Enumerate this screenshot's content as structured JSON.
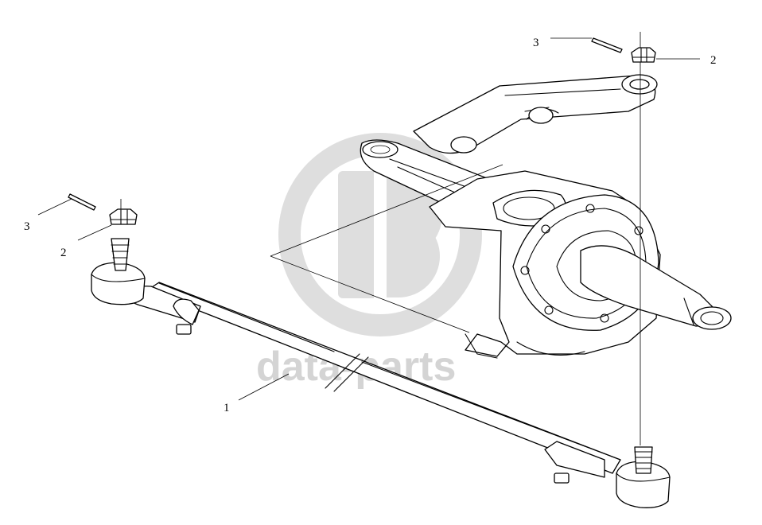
{
  "callouts": [
    {
      "id": "c1",
      "number": "1"
    },
    {
      "id": "c2-left",
      "number": "2"
    },
    {
      "id": "c3-left",
      "number": "3"
    },
    {
      "id": "c2-right",
      "number": "2"
    },
    {
      "id": "c3-right",
      "number": "3"
    }
  ],
  "watermark": {
    "text": "data-parts"
  }
}
